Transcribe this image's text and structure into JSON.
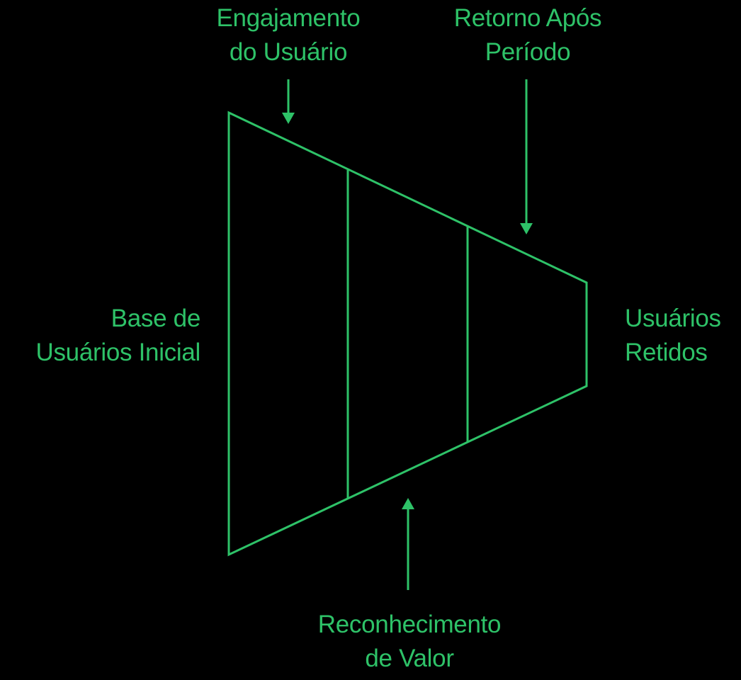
{
  "colors": {
    "background": "#000000",
    "accent": "#2EC268"
  },
  "diagram": {
    "type": "horizontal-funnel",
    "stage_count": 3,
    "labels": {
      "top_left": "Engajamento\ndo Usuário",
      "top_right": "Retorno Após\nPeríodo",
      "left": "Base de\nUsuários Inicial",
      "right": "Usuários\nRetidos",
      "bottom": "Reconhecimento\nde Valor"
    }
  }
}
